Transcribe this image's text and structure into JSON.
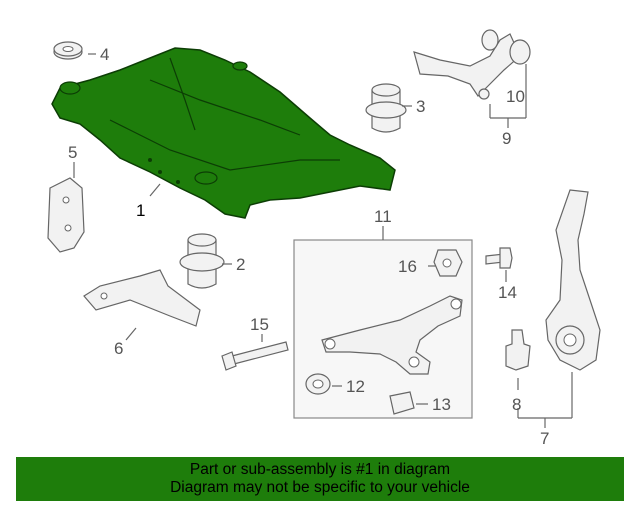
{
  "diagram": {
    "callouts": {
      "c1": "1",
      "c2": "2",
      "c3": "3",
      "c4": "4",
      "c5": "5",
      "c6": "6",
      "c7": "7",
      "c8": "8",
      "c9": "9",
      "c10": "10",
      "c11": "11",
      "c12": "12",
      "c13": "13",
      "c14": "14",
      "c15": "15",
      "c16": "16"
    },
    "highlight_color": "#1e7d0b"
  },
  "banner": {
    "line1": "Part or sub-assembly is #1 in diagram",
    "line2": "Diagram may not be specific to your vehicle"
  }
}
